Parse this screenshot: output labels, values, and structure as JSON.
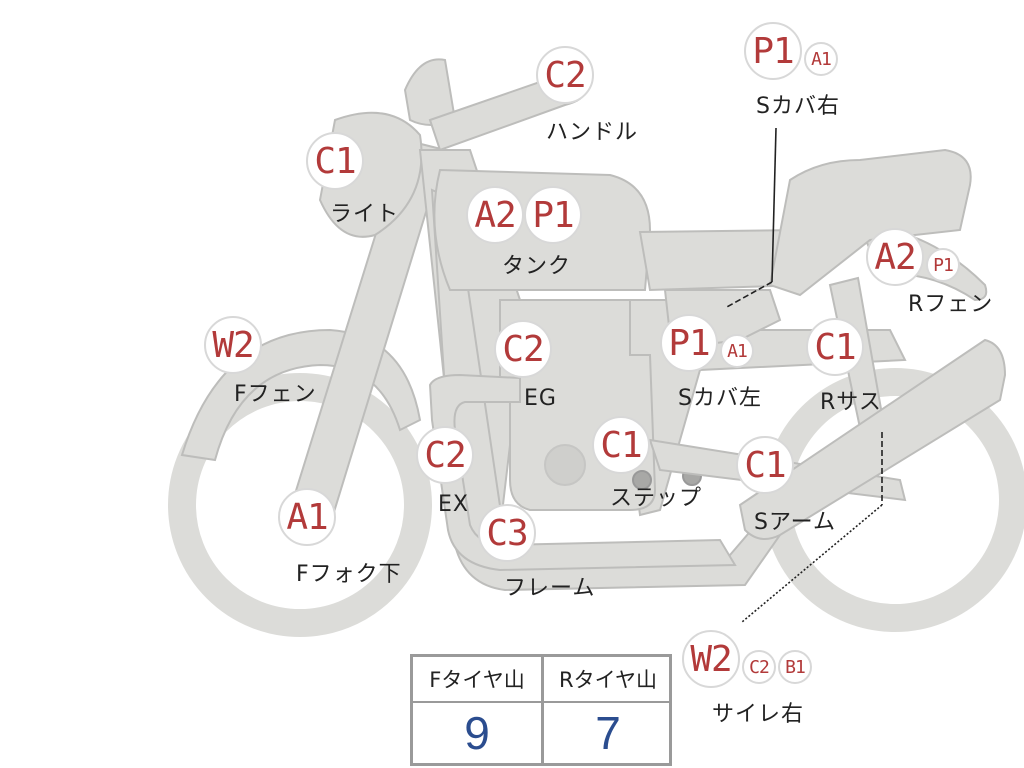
{
  "labels": {
    "handle": "ハンドル",
    "light": "ライト",
    "tank": "タンク",
    "seat_cover_right": "Sカバ右",
    "rear_fender": "Rフェン",
    "front_fender": "Fフェン",
    "engine": "EG",
    "seat_cover_left": "Sカバ左",
    "rear_suspension": "Rサス",
    "exhaust": "EX",
    "step": "ステップ",
    "swing_arm": "Sアーム",
    "front_fork_lower": "Fフォク下",
    "frame": "フレーム",
    "silencer_right": "サイレ右"
  },
  "grades": {
    "handle": [
      "C2"
    ],
    "light": [
      "C1"
    ],
    "tank": [
      "A2",
      "P1"
    ],
    "seat_cover_right": [
      "P1",
      "A1"
    ],
    "rear_fender": [
      "A2",
      "P1"
    ],
    "front_fender": [
      "W2"
    ],
    "engine": [
      "C2"
    ],
    "seat_cover_left": [
      "P1",
      "A1"
    ],
    "rear_suspension": [
      "C1"
    ],
    "exhaust": [
      "C2"
    ],
    "step": [
      "C1"
    ],
    "swing_arm": [
      "C1"
    ],
    "front_fork_lower": [
      "A1"
    ],
    "frame": [
      "C3"
    ],
    "silencer_right": [
      "W2",
      "C2",
      "B1"
    ]
  },
  "tire_table": {
    "front_header": "Fタイヤ山",
    "rear_header": "Rタイヤ山",
    "front_value": "9",
    "rear_value": "7"
  },
  "colors": {
    "bike_fill": "#dcdcd9",
    "bike_stroke": "#bdbdbb",
    "grade_text": "#b23a3a",
    "tire_value": "#2b4d8f"
  }
}
